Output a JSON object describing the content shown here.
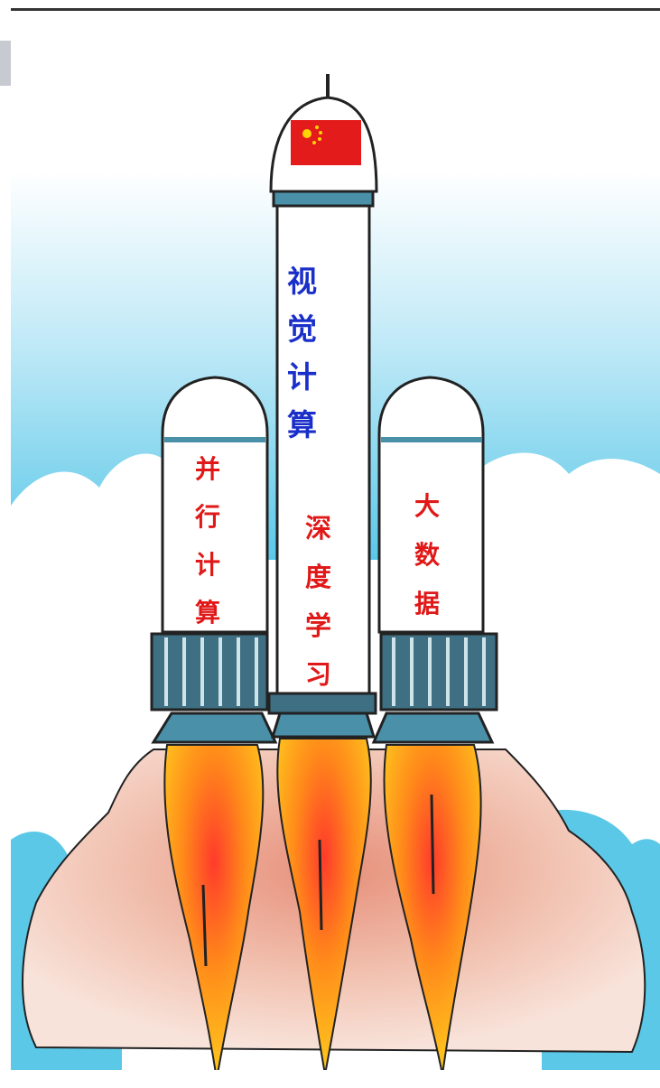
{
  "labels": {
    "core": [
      "视",
      "觉",
      "计",
      "算"
    ],
    "core_lower": [
      "深",
      "度",
      "学",
      "习"
    ],
    "left_booster": [
      "并",
      "行",
      "计",
      "算"
    ],
    "right_booster": [
      "大",
      "数",
      "据"
    ]
  },
  "colors": {
    "sky": "#5bc8e8",
    "cloud": "#ffffff",
    "rocket_body": "#ffffff",
    "rocket_band": "#4a90a8",
    "engine_ribs": "#3f6f82",
    "flame_core": "#ff8a1a",
    "flame_edge": "#ffd21f",
    "smoke": "#e8a38a",
    "flag_red": "#e31b1b",
    "flag_star": "#ffd400",
    "text_blue": "#1a2fc9",
    "text_red": "#e01818",
    "outline": "#222222"
  },
  "icons": [
    "rocket-illustration",
    "china-flag-icon"
  ]
}
